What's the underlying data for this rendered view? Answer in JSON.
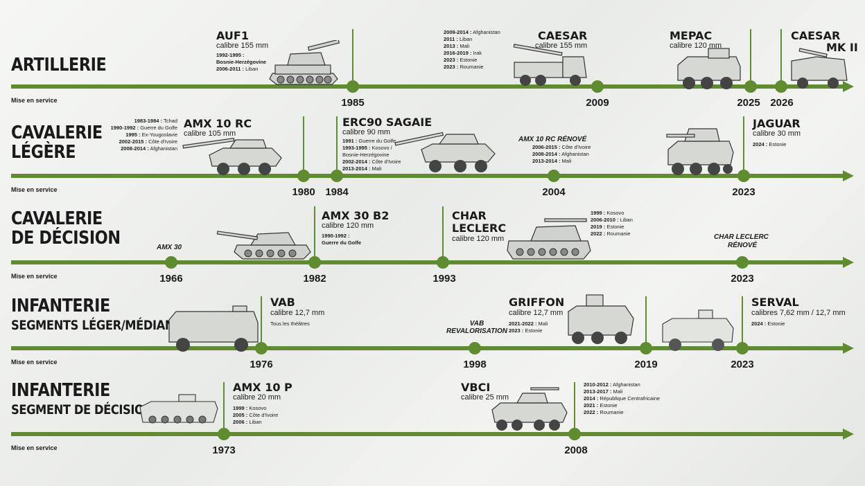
{
  "mise_en_service": "Mise en service",
  "categories": {
    "artillerie": {
      "line1": "ARTILLERIE"
    },
    "cav_legere": {
      "line1": "CAVALERIE",
      "line2": "LÉGÈRE"
    },
    "cav_decision": {
      "line1": "CAVALERIE",
      "line2": "DE DÉCISION"
    },
    "inf_leger": {
      "line1": "INFANTERIE",
      "line2": "SEGMENTS LÉGER/MÉDIAN"
    },
    "inf_decision": {
      "line1": "INFANTERIE",
      "line2": "SEGMENT DE DÉCISION"
    }
  },
  "years": {
    "a1985": "1985",
    "a2009": "2009",
    "a2025": "2025",
    "a2026": "2026",
    "l1980": "1980",
    "l1984": "1984",
    "l2004": "2004",
    "l2023": "2023",
    "d1966": "1966",
    "d1982": "1982",
    "d1993": "1993",
    "d2023": "2023",
    "i1976": "1976",
    "i1998": "1998",
    "i2019": "2019",
    "i2023": "2023",
    "s1973": "1973",
    "s2008": "2008"
  },
  "vehicles": {
    "auf1": {
      "name": "AUF1",
      "caliber": "calibre 155 mm",
      "dep": [
        [
          "1992-1995 :",
          ""
        ],
        [
          "Bosnie-Herzégovine",
          ""
        ],
        [
          "2006-2011 :",
          " Liban"
        ]
      ]
    },
    "caesar": {
      "name": "CAESAR",
      "caliber": "calibre 155 mm",
      "dep": [
        [
          "2009-2014 :",
          " Afghanistan"
        ],
        [
          "2011 :",
          " Liban"
        ],
        [
          "2013 :",
          " Mali"
        ],
        [
          "2016-2019 :",
          " Irak"
        ],
        [
          "2023 :",
          " Estonie"
        ],
        [
          "2023 :",
          " Roumanie"
        ]
      ]
    },
    "mepac": {
      "name": "MEPAC",
      "caliber": "calibre 120 mm"
    },
    "caesar2": {
      "name1": "CAESAR",
      "name2": "MK II"
    },
    "amx10rc": {
      "name": "AMX 10 RC",
      "caliber": "calibre 105 mm",
      "dep": [
        [
          "1983-1984 :",
          " Tchad"
        ],
        [
          "1990-1992 :",
          " Guerre du Golfe"
        ],
        [
          "1995 :",
          " Ex-Yougoslavie"
        ],
        [
          "2002-2015 :",
          " Côte d'Ivoire"
        ],
        [
          "2008-2014 :",
          " Afghanistan"
        ]
      ]
    },
    "erc90": {
      "name": "ERC90 SAGAIE",
      "caliber": "calibre 90 mm",
      "dep": [
        [
          "1991 :",
          " Guerre du Golfe"
        ],
        [
          "1993-1995 :",
          " Kosovo /"
        ],
        [
          "",
          "Bosnie-Herzégovine"
        ],
        [
          "2002-2014 :",
          " Côte d'Ivoire"
        ],
        [
          "2013-2014 :",
          " Mali"
        ]
      ]
    },
    "amx10rcr": {
      "name": "AMX 10 RC RÉNOVÉ",
      "dep": [
        [
          "2006-2015 :",
          " Côte d'Ivoire"
        ],
        [
          "2008-2014 :",
          " Afghanistan"
        ],
        [
          "2013-2014 :",
          " Mali"
        ]
      ]
    },
    "jaguar": {
      "name": "JAGUAR",
      "caliber": "calibre 30 mm",
      "dep": [
        [
          "2024 :",
          " Estonie"
        ]
      ]
    },
    "amx30": {
      "name": "AMX 30"
    },
    "amx30b2": {
      "name": "AMX 30 B2",
      "caliber": "calibre 120 mm",
      "dep": [
        [
          "1990-1992 :",
          ""
        ],
        [
          "Guerre du Golfe",
          ""
        ]
      ]
    },
    "leclerc": {
      "name1": "CHAR",
      "name2": "LECLERC",
      "caliber": "calibre 120 mm",
      "dep": [
        [
          "1999 :",
          " Kosovo"
        ],
        [
          "2006-2010 :",
          " Liban"
        ],
        [
          "2019 :",
          " Estonie"
        ],
        [
          "2022 :",
          " Roumanie"
        ]
      ]
    },
    "leclercr": {
      "name1": "CHAR LECLERC",
      "name2": "RÉNOVÉ"
    },
    "vab": {
      "name": "VAB",
      "caliber": "calibre 12,7 mm",
      "dep_text": "Tous les théâtres"
    },
    "vabr": {
      "name1": "VAB",
      "name2": "REVALORISATION"
    },
    "griffon": {
      "name": "GRIFFON",
      "caliber": "calibre 12,7 mm",
      "dep": [
        [
          "2021-2022 :",
          " Mali"
        ],
        [
          "2023 :",
          " Estonie"
        ]
      ]
    },
    "serval": {
      "name": "SERVAL",
      "caliber": "calibres 7,62 mm / 12,7 mm",
      "dep": [
        [
          "2024 :",
          " Estonie"
        ]
      ]
    },
    "amx10p": {
      "name": "AMX 10 P",
      "caliber": "calibre 20 mm",
      "dep": [
        [
          "1999 :",
          " Kosovo"
        ],
        [
          "2005 :",
          " Côte d'Ivoire"
        ],
        [
          "2006 :",
          " Liban"
        ]
      ]
    },
    "vbci": {
      "name": "VBCI",
      "caliber": "calibre 25 mm",
      "dep": [
        [
          "2010-2012 :",
          " Afghanistan"
        ],
        [
          "2013-2017 :",
          " Mali"
        ],
        [
          "2014 :",
          " République Centrafricaine"
        ],
        [
          "2021 :",
          " Estonie"
        ],
        [
          "2022 :",
          " Roumanie"
        ]
      ]
    }
  },
  "colors": {
    "accent": "#5e8c2e",
    "text": "#1a1a1a"
  }
}
